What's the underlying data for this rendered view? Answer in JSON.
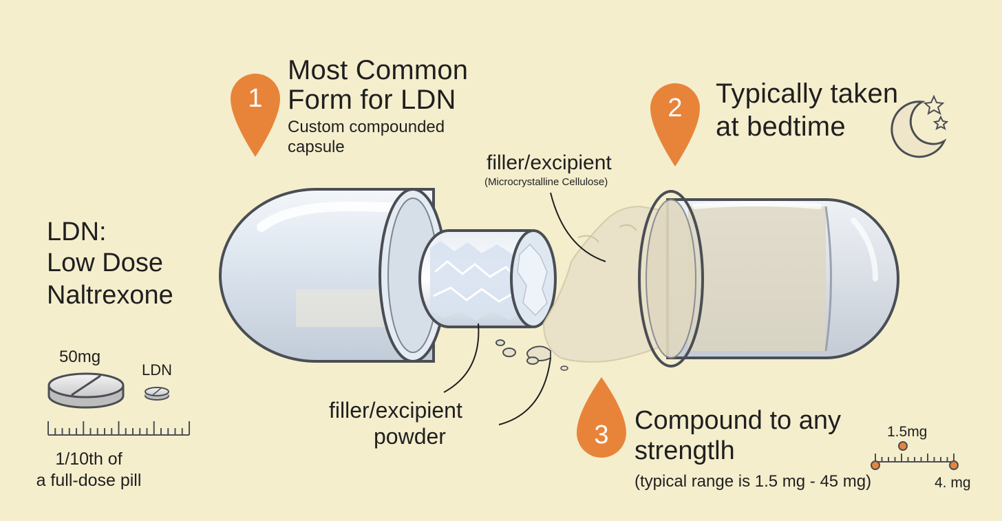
{
  "title": {
    "line1": "LDN:",
    "line2": "Low Dose",
    "line3": "Naltrexone"
  },
  "callout_1": {
    "number": "1",
    "heading_line1": "Most Common",
    "heading_line2": "Form for LDN",
    "sub_line1": "Custom compounded",
    "sub_line2": "capsule"
  },
  "callout_2": {
    "number": "2",
    "heading_line1": "Typically taken",
    "heading_line2": "at bedtime",
    "icon": "moon-stars-icon"
  },
  "callout_3": {
    "number": "3",
    "heading_line1": "Compound to any",
    "heading_line2": "strengtlh",
    "sub": "(typical range is 1.5 mg - 45 mg)"
  },
  "labels": {
    "filler_top": "filler/excipient",
    "filler_top_sub": "(Microcrystalline Cellulose)",
    "filler_bottom_line1": "filler/excipient",
    "filler_bottom_line2": "powder"
  },
  "pill_compare": {
    "full_dose_label": "50mg",
    "ldn_label": "LDN",
    "caption_line1": "1/10th of",
    "caption_line2": "a full-dose pill"
  },
  "dose_scale": {
    "marker_label": "1.5mg",
    "end_label": "4. mg"
  },
  "colors": {
    "background": "#f4eecd",
    "accent": "#e8843a",
    "outline": "#4a4e54",
    "powder": "#e9e1c8"
  }
}
